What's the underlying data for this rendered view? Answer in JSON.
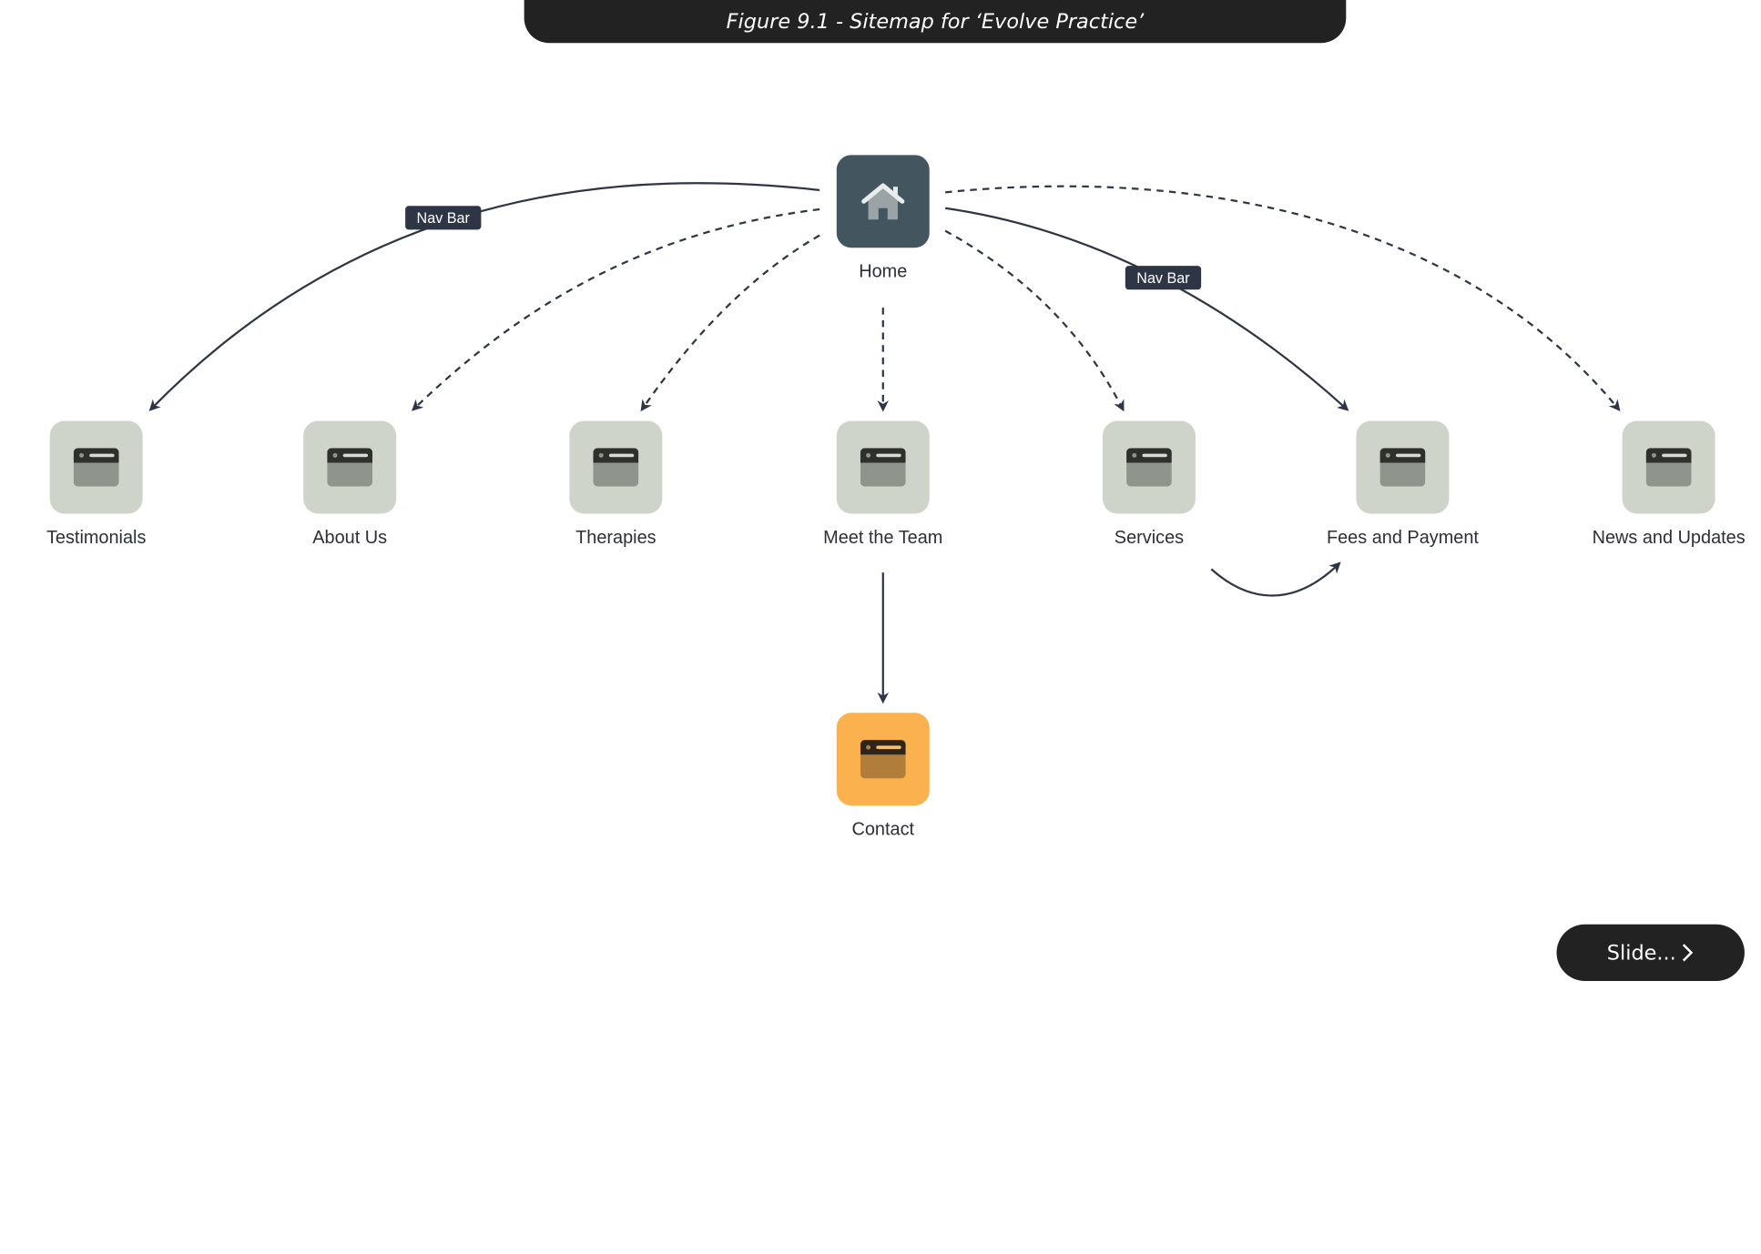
{
  "figure_title": "Figure 9.1 - Sitemap for ‘Evolve Practice’",
  "nodes": {
    "home": "Home",
    "testimonials": "Testimonials",
    "about": "About Us",
    "therapies": "Therapies",
    "team": "Meet the Team",
    "services": "Services",
    "fees": "Fees and Payment",
    "news": "News and Updates",
    "contact": "Contact"
  },
  "edge_labels": {
    "nav_left": "Nav Bar",
    "nav_right": "Nav Bar"
  },
  "slide_button": "Slide... ",
  "colors": {
    "home": "#435660",
    "page": "#cfd4cb",
    "contact": "#fbb24e",
    "edge": "#2e3646"
  }
}
